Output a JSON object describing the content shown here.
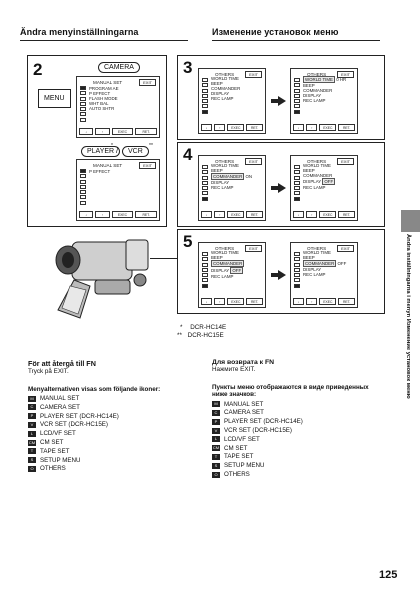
{
  "headers": {
    "left": "Ändra menyinställningarna",
    "right": "Изменение установок меню"
  },
  "steps": {
    "s2": "2",
    "s3": "3",
    "s4": "4",
    "s5": "5"
  },
  "step2": {
    "camera_label": "CAMERA",
    "menu_button": "MENU",
    "player_label": "PLAYER",
    "vcr_label": "VCR",
    "star1": "*",
    "star2": "**",
    "slash": "/",
    "screen_camera": {
      "title": "MANUAL SET",
      "exit": "EXIT",
      "items": [
        "PROGRAM AE",
        "P EFFECT",
        "FLASH MODE",
        "WHT BAL",
        "AUTO SHTR"
      ]
    },
    "screen_player": {
      "title": "MANUAL SET",
      "exit": "EXIT",
      "items": [
        "P EFFECT"
      ]
    }
  },
  "screens_common": {
    "title": "OTHERS",
    "exit": "EXIT",
    "bottom": [
      "",
      "",
      "EXEC",
      "RET."
    ]
  },
  "step3": {
    "left_items": [
      "WORLD TIME",
      "BEEP",
      "COMMANDER",
      "DISPLAY",
      "REC LAMP"
    ],
    "right_items": [
      "WORLD TIME",
      "BEEP",
      "COMMANDER",
      "DISPLAY",
      "REC LAMP"
    ],
    "right_val": "0 HR"
  },
  "step4": {
    "left_items": [
      "WORLD TIME",
      "BEEP",
      "COMMANDER",
      "DISPLAY",
      "REC LAMP"
    ],
    "left_val": "ON",
    "right_items": [
      "WORLD TIME",
      "BEEP",
      "COMMANDER",
      "DISPLAY",
      "REC LAMP"
    ],
    "right_val": "OFF"
  },
  "step5": {
    "left_items": [
      "WORLD TIME",
      "BEEP",
      "COMMANDER",
      "DISPLAY",
      "REC LAMP"
    ],
    "left_val": "OFF",
    "right_items": [
      "WORLD TIME",
      "BEEP",
      "COMMANDER",
      "DISPLAY",
      "REC LAMP"
    ],
    "right_val": "OFF"
  },
  "footnotes": {
    "f1_mark": "*",
    "f1": "DCR-HC14E",
    "f2_mark": "**",
    "f2": "DCR-HC15E"
  },
  "left_col": {
    "title": "För att återgå till FN",
    "sub": "Tryck på EXIT.",
    "intro": "Menyalternativen visas som följande ikoner:",
    "items": [
      {
        "icon": "M",
        "label": "MANUAL SET"
      },
      {
        "icon": "C",
        "label": "CAMERA SET"
      },
      {
        "icon": "P",
        "label": "PLAYER SET (DCR-HC14E)"
      },
      {
        "icon": "V",
        "label": "VCR SET (DCR-HC15E)"
      },
      {
        "icon": "L",
        "label": "LCD/VF SET"
      },
      {
        "icon": "CM",
        "label": "CM SET"
      },
      {
        "icon": "T",
        "label": "TAPE SET"
      },
      {
        "icon": "S",
        "label": "SETUP MENU"
      },
      {
        "icon": "O",
        "label": "OTHERS"
      }
    ]
  },
  "right_col": {
    "title": "Для возврата к FN",
    "sub": "Нажмите EXIT.",
    "intro": "Пункты меню отображаются в виде приведенных ниже значков:",
    "items": [
      {
        "icon": "M",
        "label": "MANUAL SET"
      },
      {
        "icon": "C",
        "label": "CAMERA SET"
      },
      {
        "icon": "P",
        "label": "PLAYER SET (DCR-HC14E)"
      },
      {
        "icon": "V",
        "label": "VCR SET (DCR-HC15E)"
      },
      {
        "icon": "L",
        "label": "LCD/VF SET"
      },
      {
        "icon": "CM",
        "label": "CM SET"
      },
      {
        "icon": "T",
        "label": "TAPE SET"
      },
      {
        "icon": "S",
        "label": "SETUP MENU"
      },
      {
        "icon": "O",
        "label": "OTHERS"
      }
    ]
  },
  "side_text": "Ändra inställningarna i menyn  Изменение установок меню",
  "page_number": "125"
}
